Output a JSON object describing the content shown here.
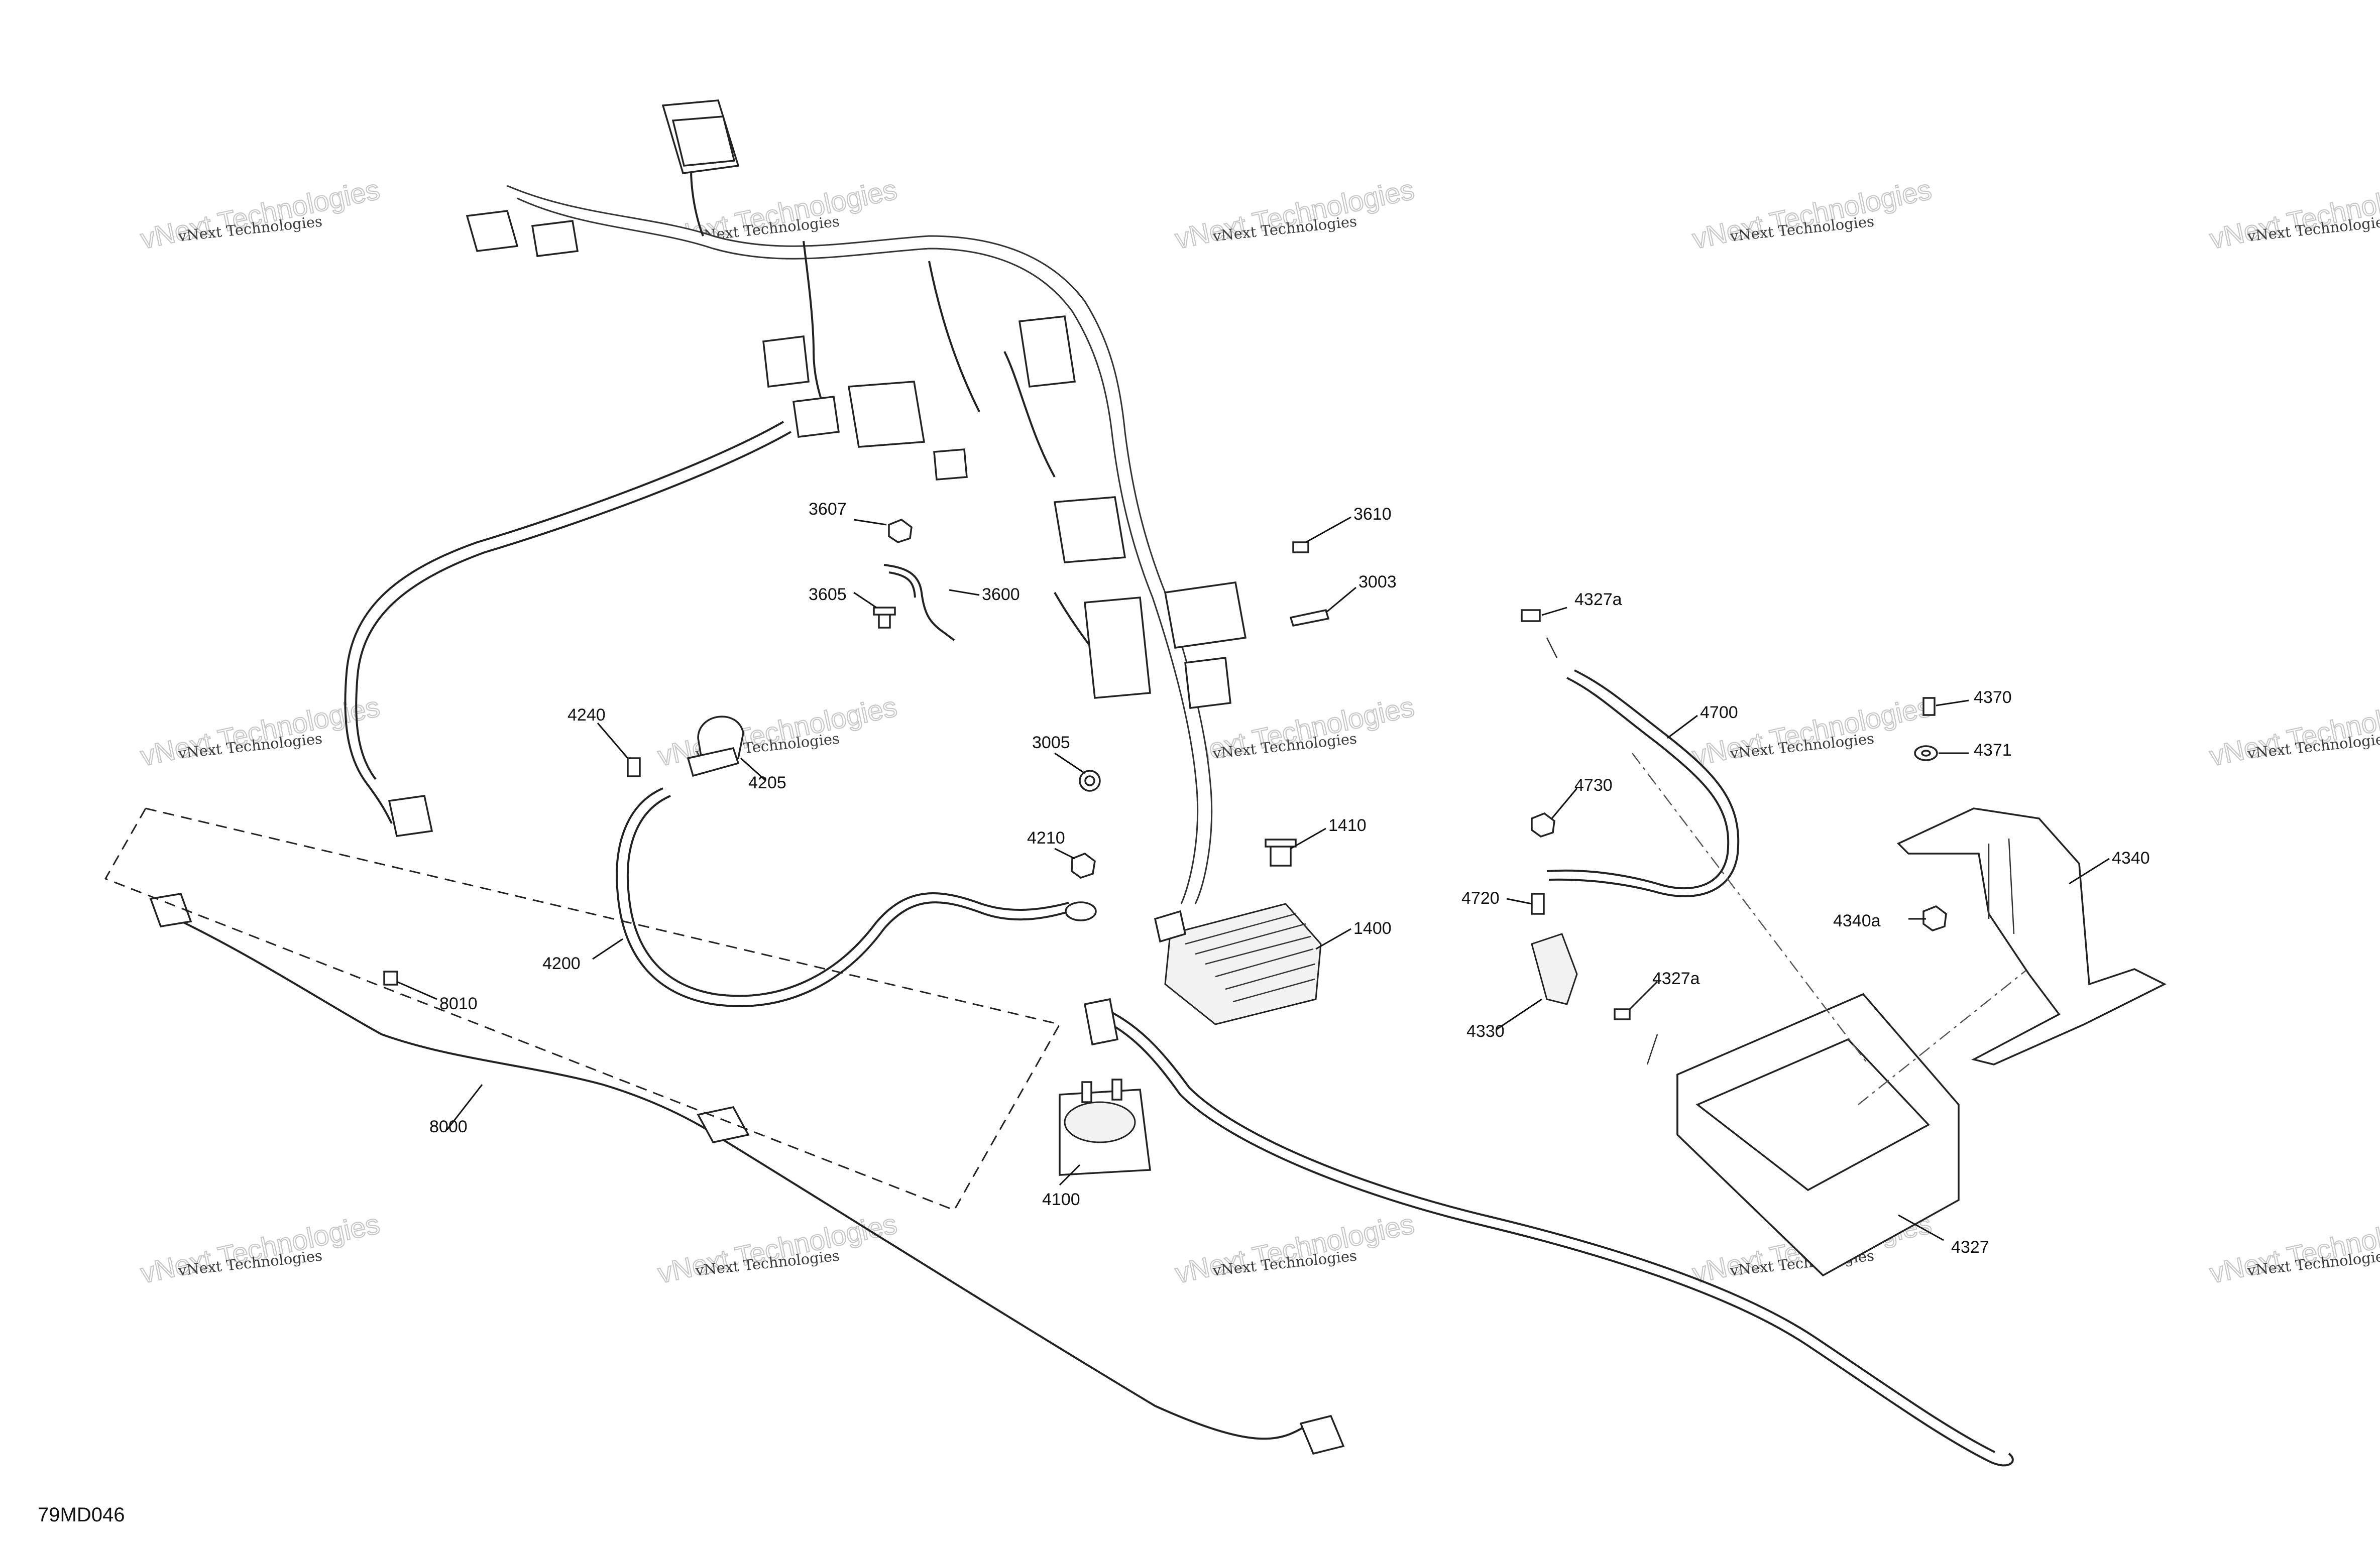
{
  "diagram": {
    "id_label": "79MD046",
    "watermark_text_big": "vNext Technologies",
    "watermark_text_small": "vNext Technologies"
  },
  "parts": [
    {
      "number": "3607",
      "name": "part-3607"
    },
    {
      "number": "3605",
      "name": "part-3605"
    },
    {
      "number": "3600",
      "name": "part-3600"
    },
    {
      "number": "3610",
      "name": "part-3610"
    },
    {
      "number": "3003",
      "name": "part-3003"
    },
    {
      "number": "3005",
      "name": "part-3005"
    },
    {
      "number": "4240",
      "name": "part-4240"
    },
    {
      "number": "4205",
      "name": "part-4205"
    },
    {
      "number": "4200",
      "name": "part-4200"
    },
    {
      "number": "4210",
      "name": "part-4210"
    },
    {
      "number": "1410",
      "name": "part-1410"
    },
    {
      "number": "1400",
      "name": "part-1400"
    },
    {
      "number": "8010",
      "name": "part-8010"
    },
    {
      "number": "8000",
      "name": "part-8000"
    },
    {
      "number": "4100",
      "name": "part-4100"
    },
    {
      "number": "4327a",
      "name": "part-4327a-top"
    },
    {
      "number": "4700",
      "name": "part-4700"
    },
    {
      "number": "4730",
      "name": "part-4730"
    },
    {
      "number": "4720",
      "name": "part-4720"
    },
    {
      "number": "4330",
      "name": "part-4330"
    },
    {
      "number": "4327a",
      "name": "part-4327a-lower"
    },
    {
      "number": "4327",
      "name": "part-4327"
    },
    {
      "number": "4370",
      "name": "part-4370"
    },
    {
      "number": "4371",
      "name": "part-4371"
    },
    {
      "number": "4340",
      "name": "part-4340"
    },
    {
      "number": "4340a",
      "name": "part-4340a"
    }
  ]
}
